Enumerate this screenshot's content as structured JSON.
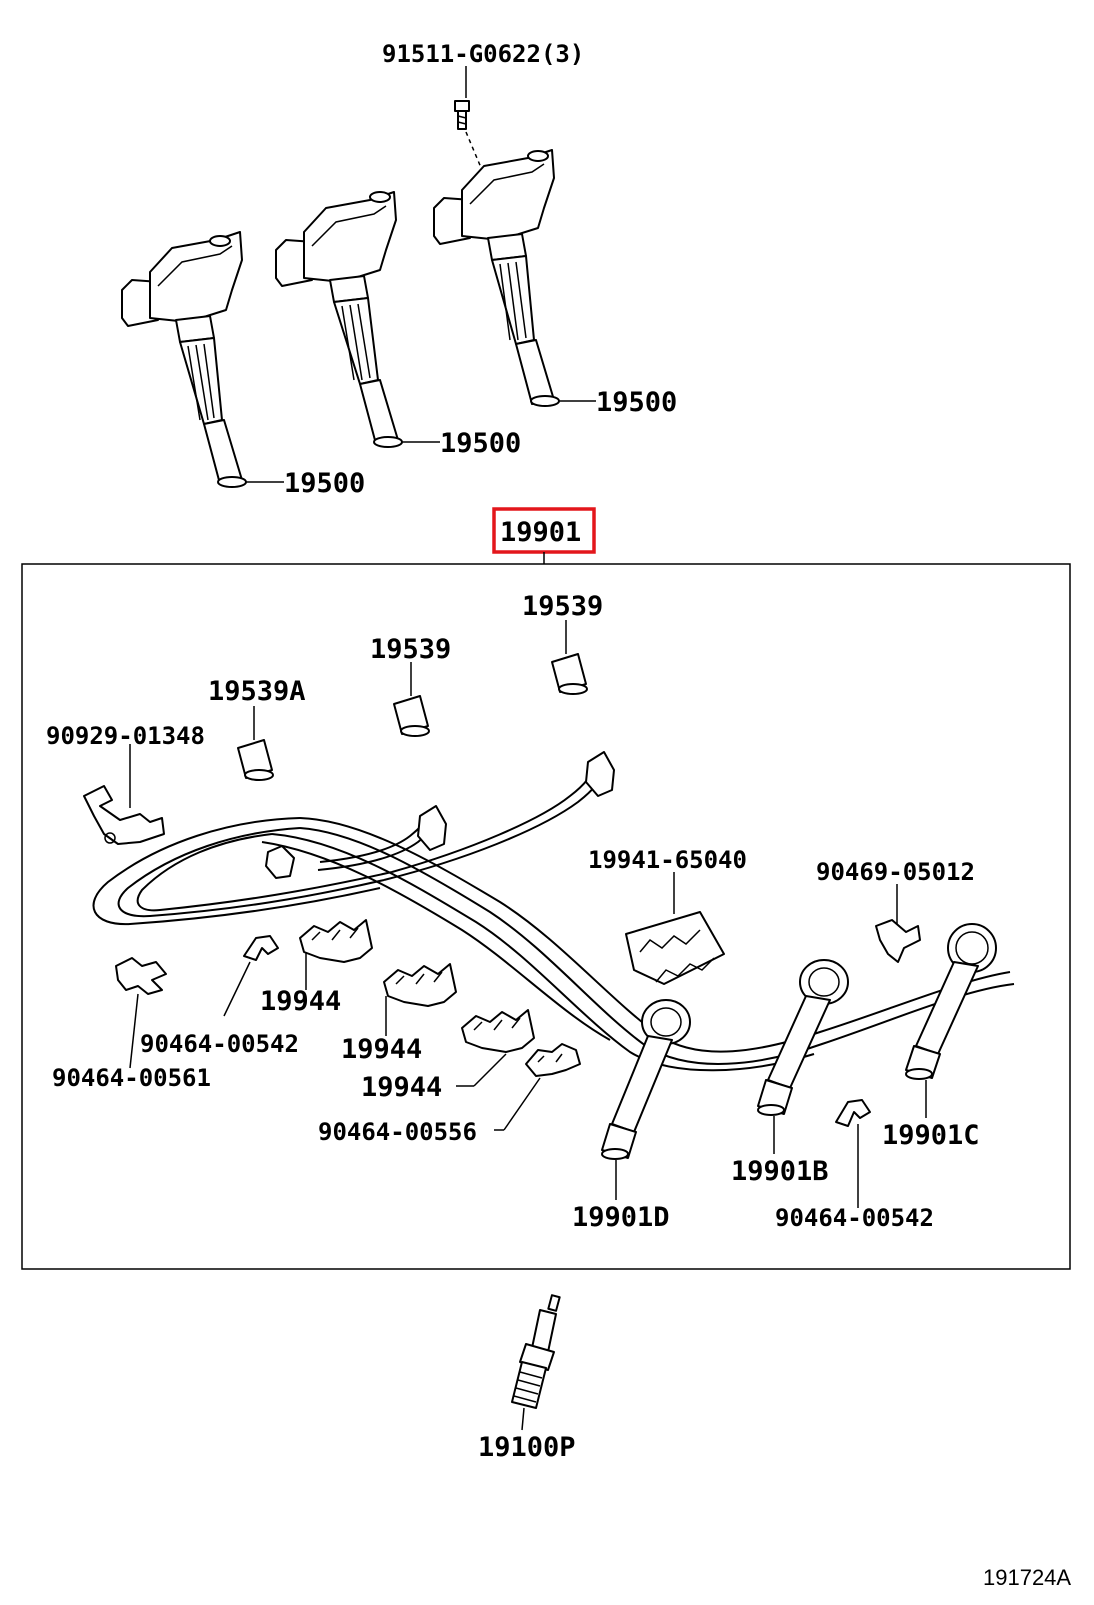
{
  "diagram_code": "191724A",
  "highlight_color": "#e3161b",
  "parts": {
    "bolt": "91511-G0622(3)",
    "coil_a": "19500",
    "coil_b": "19500",
    "coil_c": "19500",
    "cord_set": "19901",
    "boot_top": "19539",
    "boot_mid": "19539",
    "boot_a": "19539A",
    "clamp_top_left": "90929-01348",
    "holder": "19941-65040",
    "clip_right": "90469-05012",
    "clamp_a": "19944",
    "clamp_b": "19944",
    "clamp_c": "19944",
    "clip_542_left": "90464-00542",
    "clip_561": "90464-00561",
    "clip_556": "90464-00556",
    "cord_c": "19901C",
    "cord_b": "19901B",
    "cord_d": "19901D",
    "clip_542_right": "90464-00542",
    "spark_plug": "19100P"
  }
}
